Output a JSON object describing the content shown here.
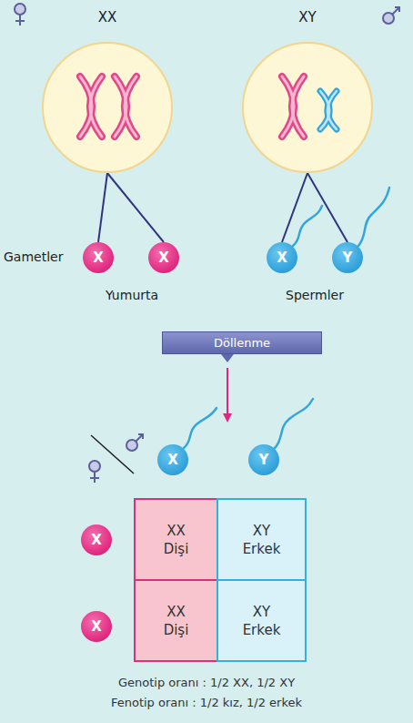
{
  "diagram": {
    "nodes": [
      {
        "text": [
          "XX"
        ]
      },
      {
        "text": [
          "XY"
        ]
      },
      {
        "text": [
          "X"
        ]
      },
      {
        "text": [
          "X"
        ]
      },
      {
        "text": [
          "X"
        ]
      },
      {
        "text": [
          "Y"
        ]
      },
      {
        "text": [
          "Döllenme"
        ]
      },
      {
        "text": [
          "X"
        ]
      },
      {
        "text": [
          "Y"
        ]
      },
      {
        "text": [
          "X"
        ]
      },
      {
        "text": [
          "XX",
          "Dişi"
        ]
      },
      {
        "text": [
          "XY",
          "Erkek"
        ]
      },
      {
        "text": [
          "X"
        ]
      },
      {
        "text": [
          "XX",
          "Dişi"
        ]
      },
      {
        "text": [
          "XY",
          "Erkek"
        ]
      }
    ],
    "edges": [
      {
        "from": 0,
        "to": 2,
        "arrow": "none"
      },
      {
        "from": 0,
        "to": 3,
        "arrow": "none"
      },
      {
        "from": 1,
        "to": 4,
        "arrow": "none"
      },
      {
        "from": 1,
        "to": 5,
        "arrow": "none"
      }
    ],
    "labels": [
      "Gametler",
      "Yumurta",
      "Spermler",
      "Genotip oranı : 1/2 XX, 1/2 XY",
      "Fenotip oranı : 1/2 kız, 1/2 erkek"
    ]
  }
}
